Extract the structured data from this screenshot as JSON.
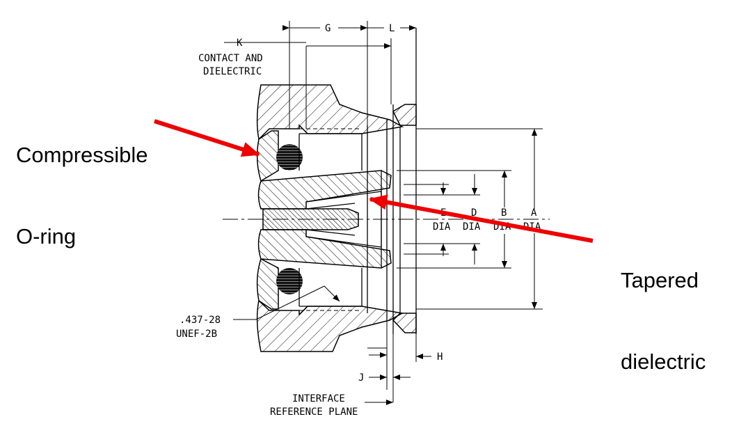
{
  "callouts": {
    "oring_line1": "Compressible",
    "oring_line2": "O-ring",
    "dielectric_line1": "Tapered",
    "dielectric_line2": "dielectric",
    "arrow_color": "#ee0000"
  },
  "dims": {
    "g": "G",
    "l": "L",
    "k": "K",
    "contact_and": "CONTACT AND",
    "dielectric": "DIELECTRIC",
    "thread_1": ".437-28",
    "thread_2": "UNEF-2B",
    "h": "H",
    "j": "J",
    "interface": "INTERFACE",
    "reference_plane": "REFERENCE PLANE",
    "e": "E",
    "d": "D",
    "b": "B",
    "a": "A",
    "dia": "DIA"
  }
}
